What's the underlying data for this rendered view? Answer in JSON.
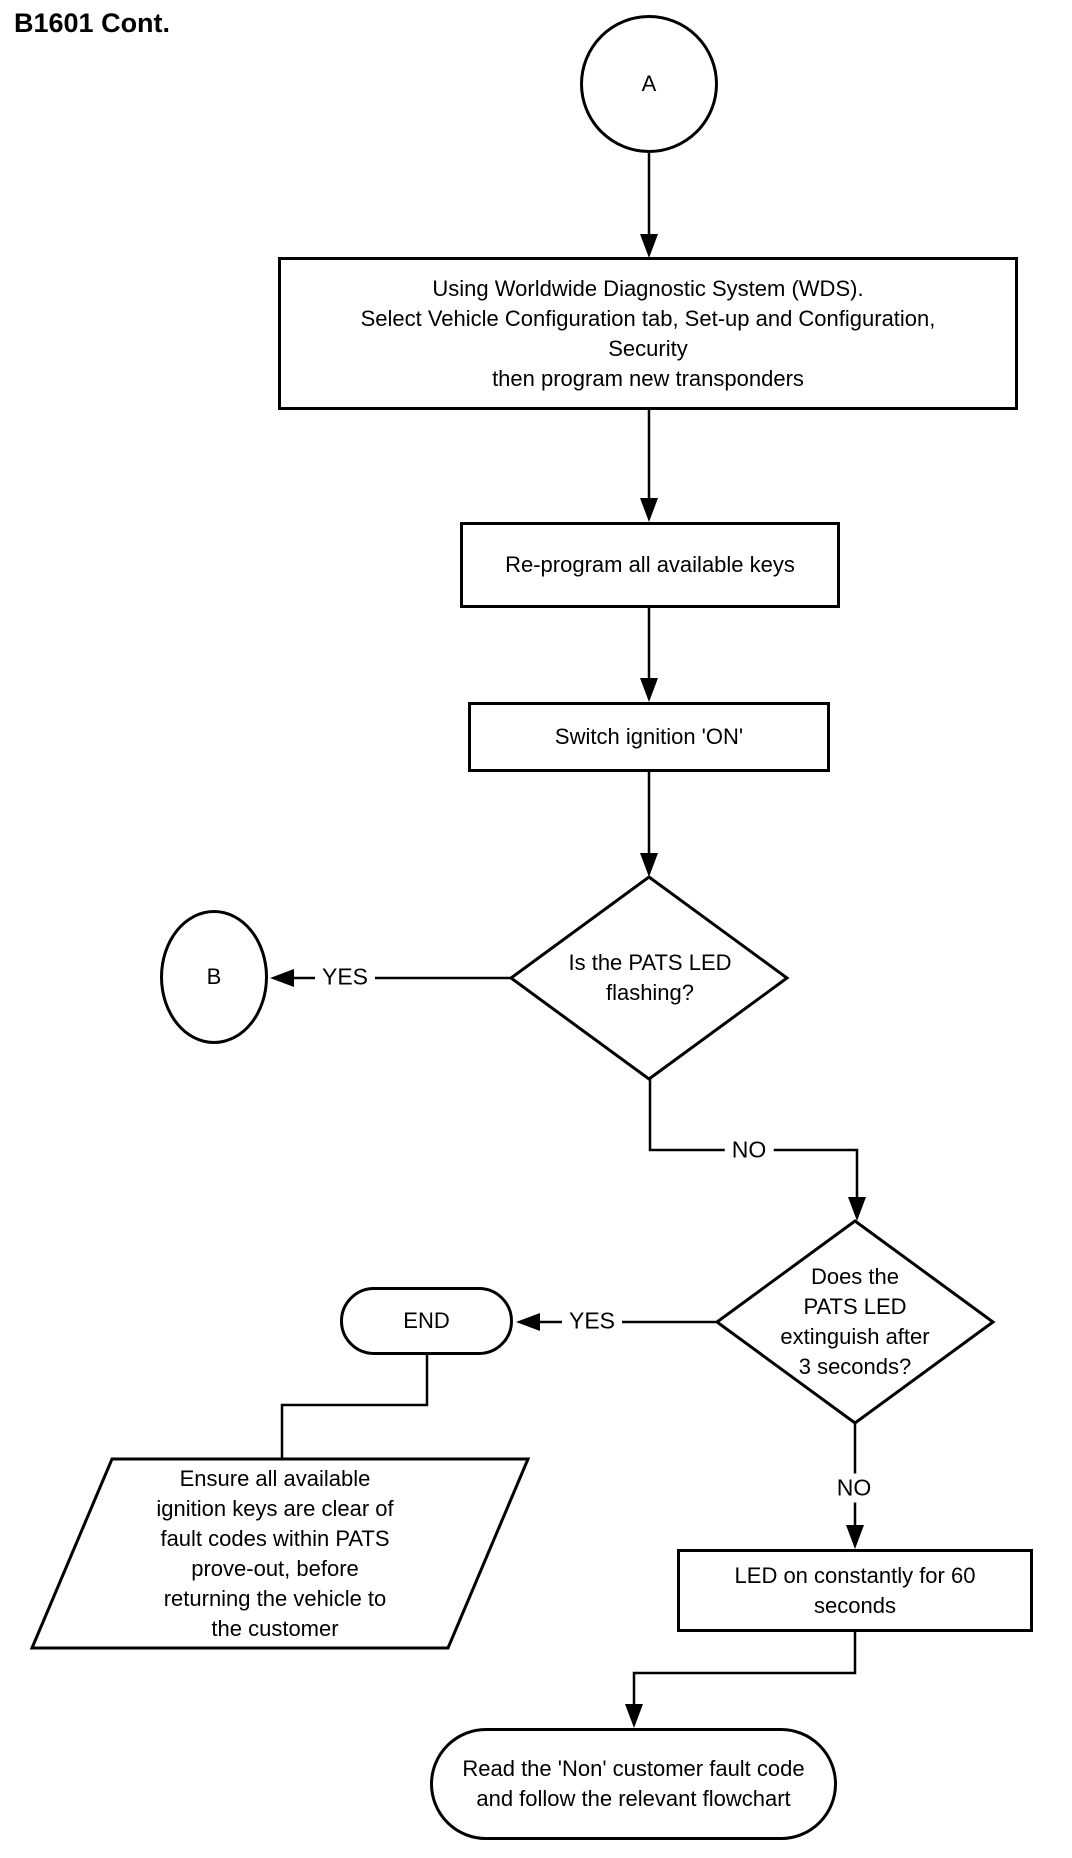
{
  "title": "B1601 Cont.",
  "nodes": {
    "connector_a": "A",
    "process_wds": "Using Worldwide Diagnostic System (WDS).\nSelect Vehicle Configuration tab, Set-up and Configuration,\nSecurity\nthen program new transponders",
    "process_reprogram": "Re-program all available keys",
    "process_ignition": "Switch ignition 'ON'",
    "decision_flashing": "Is the PATS LED\nflashing?",
    "connector_b": "B",
    "decision_extinguish": "Does the\nPATS LED\nextinguish after\n3 seconds?",
    "terminator_end": "END",
    "io_ensure": "Ensure all available\nignition keys are clear of\nfault codes within PATS\nprove-out, before\nreturning the vehicle to\nthe customer",
    "process_led_constant": "LED on constantly for 60\nseconds",
    "terminator_read": "Read the 'Non' customer fault code\nand follow the relevant flowchart"
  },
  "edge_labels": {
    "yes_flashing": "YES",
    "no_flashing": "NO",
    "yes_extinguish": "YES",
    "no_extinguish": "NO"
  },
  "colors": {
    "line": "#000000",
    "background": "#ffffff",
    "text": "#000000"
  }
}
